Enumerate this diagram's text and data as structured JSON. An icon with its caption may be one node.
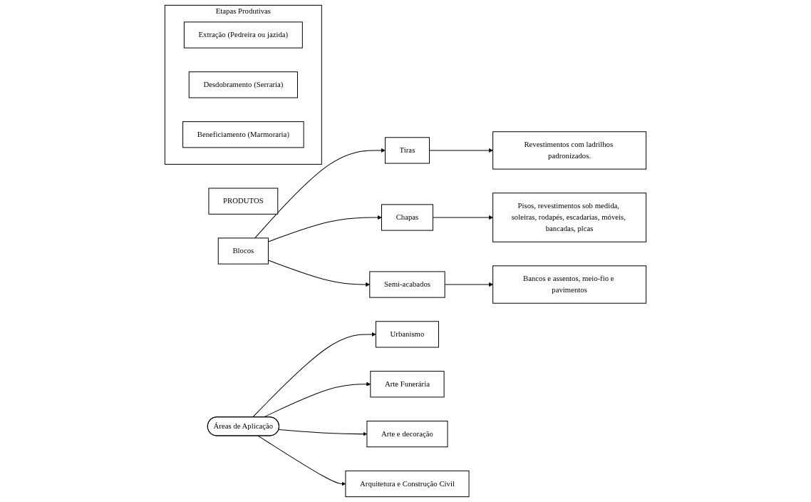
{
  "diagram": {
    "nodes": [
      {
        "text": [
          "Etapas Produtivas"
        ]
      },
      {
        "text": [
          "Extração (Pedreira ou jazida)"
        ],
        "in": 0
      },
      {
        "text": [
          "Desdobramento (Serraria)"
        ],
        "in": 0
      },
      {
        "text": [
          "Beneficiamento (Marmoraria)"
        ],
        "in": 0
      },
      {
        "text": [
          "PRODUTOS"
        ]
      },
      {
        "text": [
          "Blocos"
        ]
      },
      {
        "text": [
          "Tiras"
        ]
      },
      {
        "text": [
          "Chapas"
        ]
      },
      {
        "text": [
          "Semi-acabados"
        ]
      },
      {
        "text": [
          "Revestimentos com ladrilhos padronizados."
        ]
      },
      {
        "text": [
          "Pisos, revestimentos sob medida, soleiras, rodapés, escadarias, móveis, bancadas, plcas"
        ]
      },
      {
        "text": [
          "Bancos e assentos, meio-fio e pavimentos"
        ]
      },
      {
        "text": [
          "Áreas de Aplicação"
        ]
      },
      {
        "text": [
          "Urbanismo"
        ]
      },
      {
        "text": [
          "Arte Funerária"
        ]
      },
      {
        "text": [
          "Arte e decoração"
        ]
      },
      {
        "text": [
          "Arquitetura e Construção Civil"
        ]
      }
    ],
    "edges": [
      {
        "from": 5,
        "to": 6,
        "arrow": "to"
      },
      {
        "from": 5,
        "to": 7,
        "arrow": "to"
      },
      {
        "from": 5,
        "to": 8,
        "arrow": "to"
      },
      {
        "from": 6,
        "to": 9,
        "arrow": "to"
      },
      {
        "from": 7,
        "to": 10,
        "arrow": "to"
      },
      {
        "from": 8,
        "to": 11,
        "arrow": "to"
      },
      {
        "from": 12,
        "to": 13,
        "arrow": "to"
      },
      {
        "from": 12,
        "to": 14,
        "arrow": "to"
      },
      {
        "from": 12,
        "to": 15,
        "arrow": "to"
      },
      {
        "from": 12,
        "to": 16,
        "arrow": "to"
      }
    ]
  }
}
